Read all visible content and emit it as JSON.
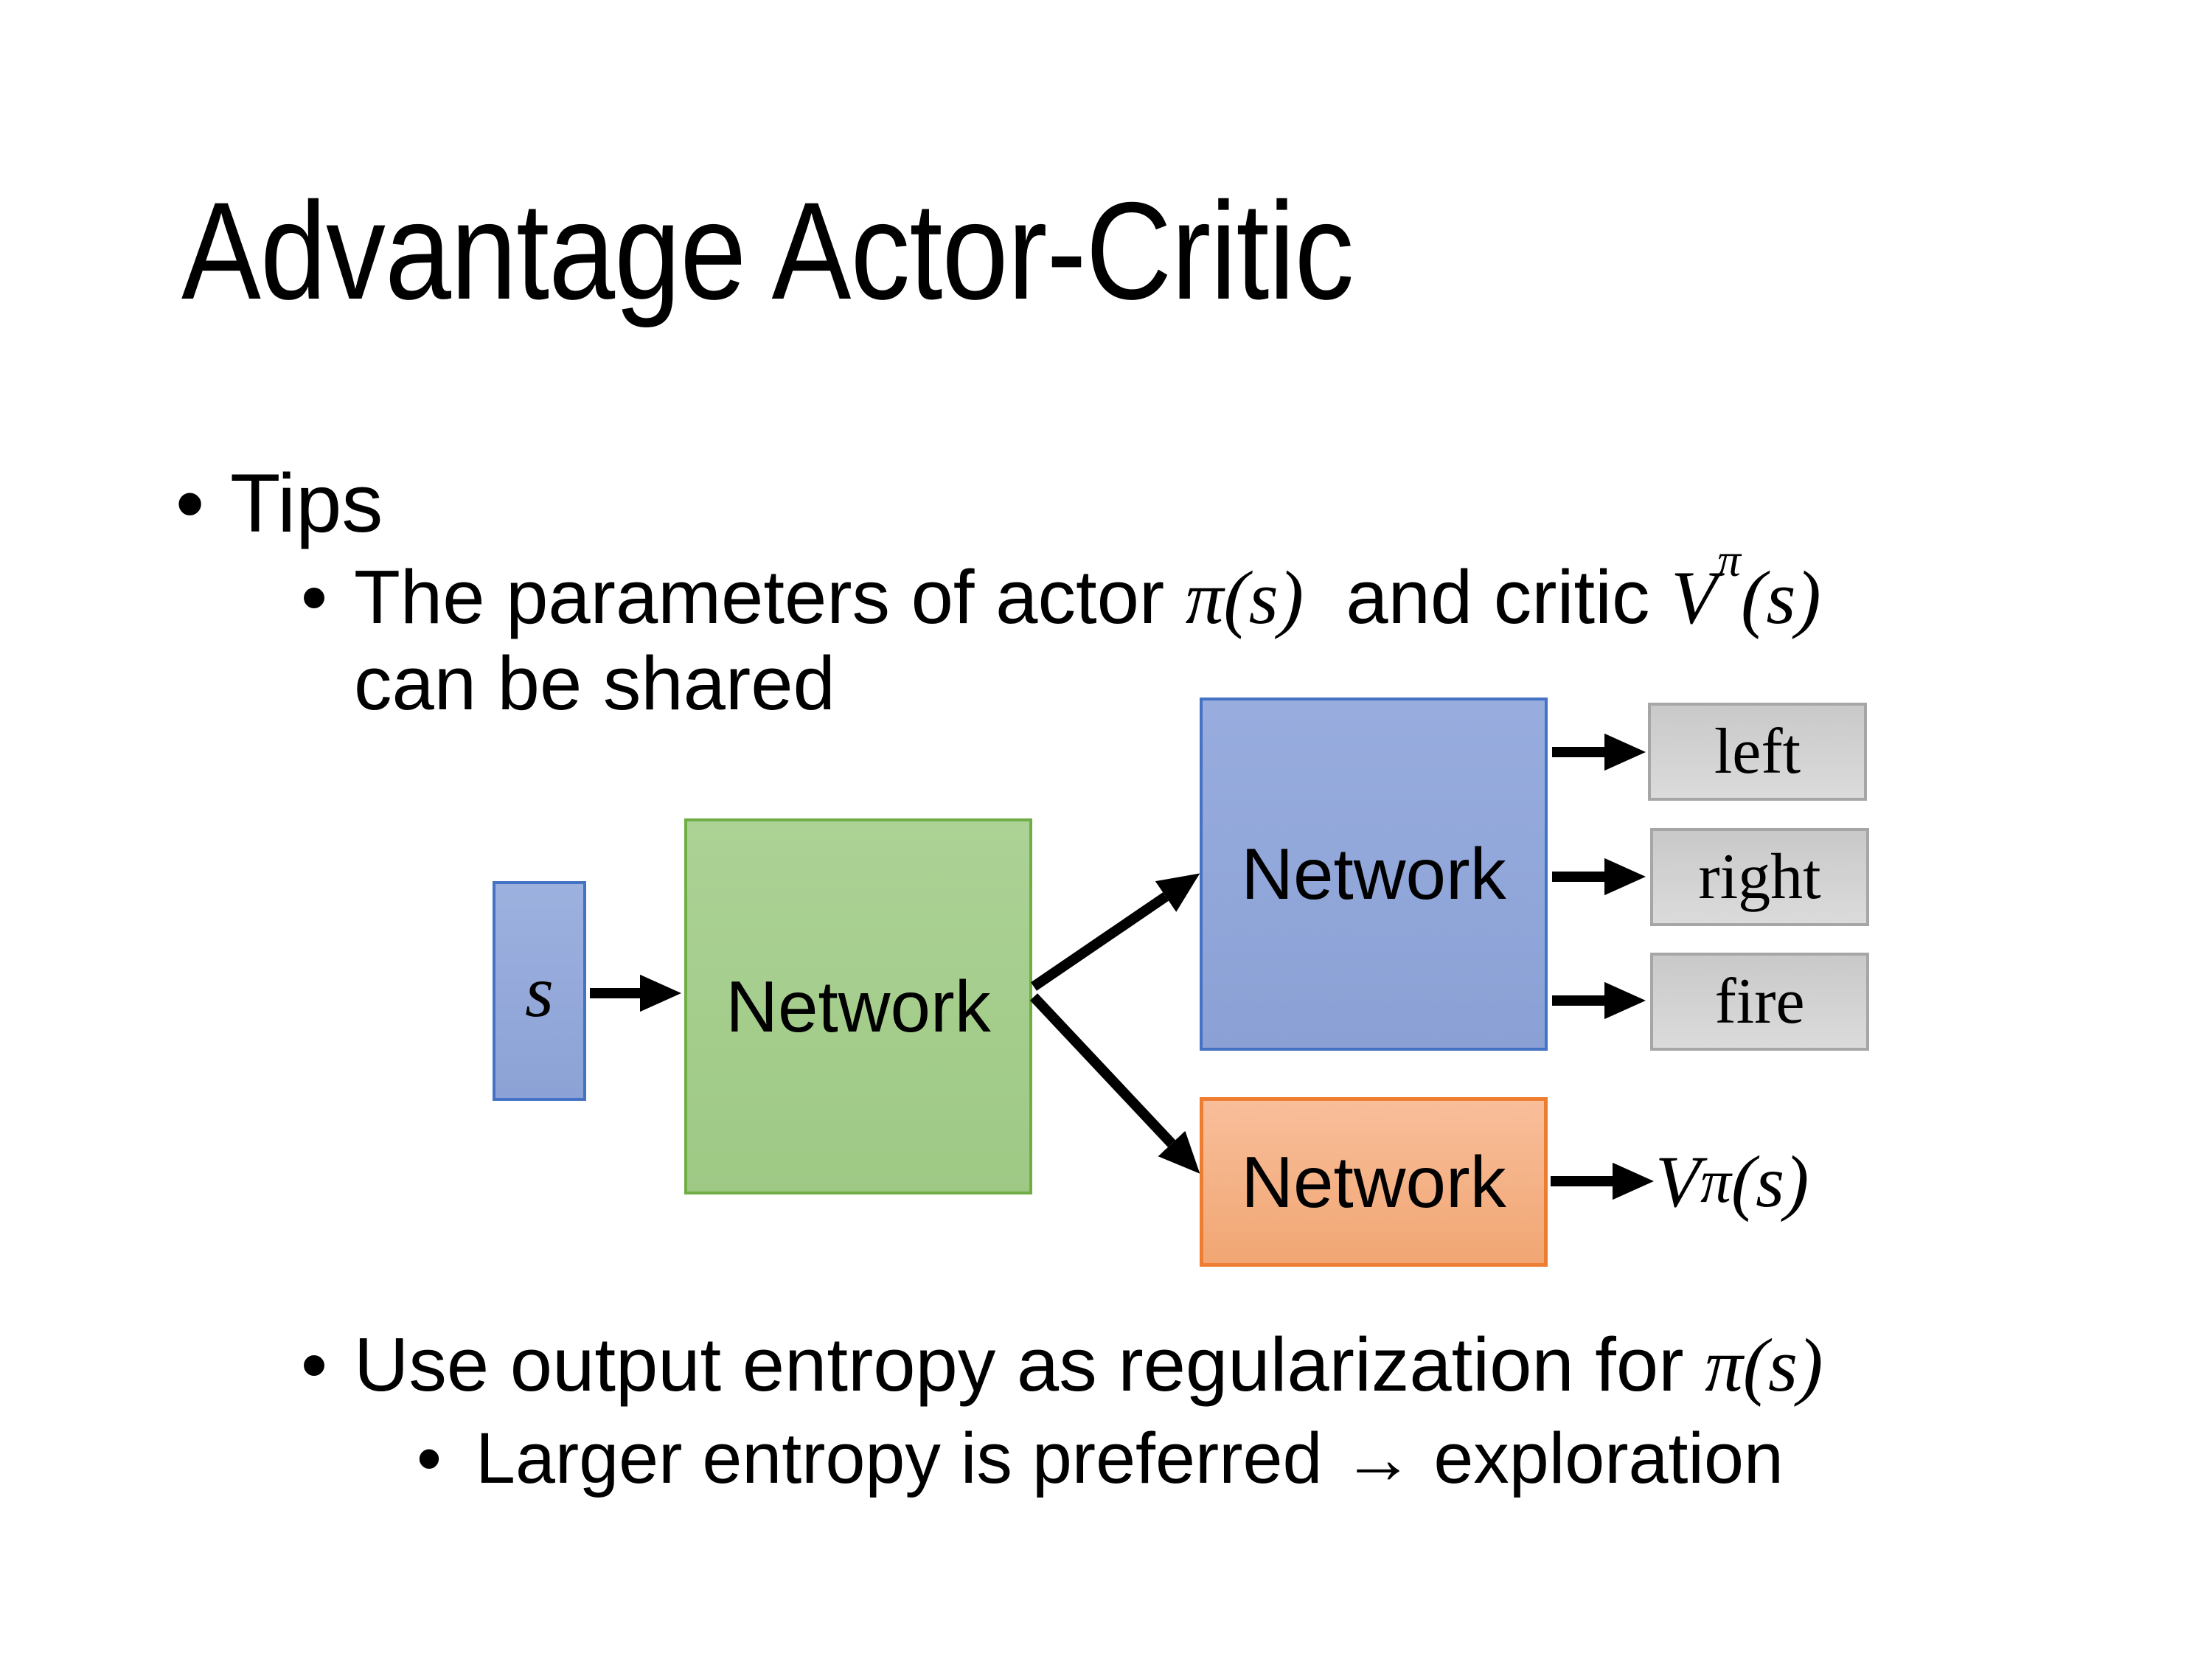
{
  "slide": {
    "title": "Advantage Actor-Critic",
    "bullet_char": "•",
    "bullets": {
      "tips": "Tips",
      "l2a_line1_pre": "The parameters of actor ",
      "l2a_math1": "π(s)",
      "l2a_mid": "  and critic ",
      "l2a_V": "V",
      "l2a_sup": "π",
      "l2a_tail": "(s)",
      "l2a_line2": "can be shared",
      "l2b_pre": "Use output entropy as regularization for ",
      "l2b_math": "π(s)",
      "l3": "Larger entropy is preferred → exploration"
    },
    "diagram": {
      "input_label": "s",
      "shared_network_label": "Network",
      "actor_network_label": "Network",
      "critic_network_label": "Network",
      "actions": [
        "left",
        "right",
        "fire"
      ],
      "value_V": "V",
      "value_sup": "π",
      "value_tail": "(s)",
      "colors": {
        "input_fill": "#93A8DA",
        "input_border": "#4472C4",
        "shared_fill": "#A5CE8D",
        "shared_border": "#70AD47",
        "actor_fill": "#91A6D9",
        "actor_border": "#4472C4",
        "critic_fill": "#F5B286",
        "critic_border": "#ED7D31",
        "action_fill": "#D2D2D2",
        "action_border": "#A6A6A6",
        "arrow": "#000000",
        "background": "#FFFFFF",
        "text": "#000000"
      }
    }
  }
}
